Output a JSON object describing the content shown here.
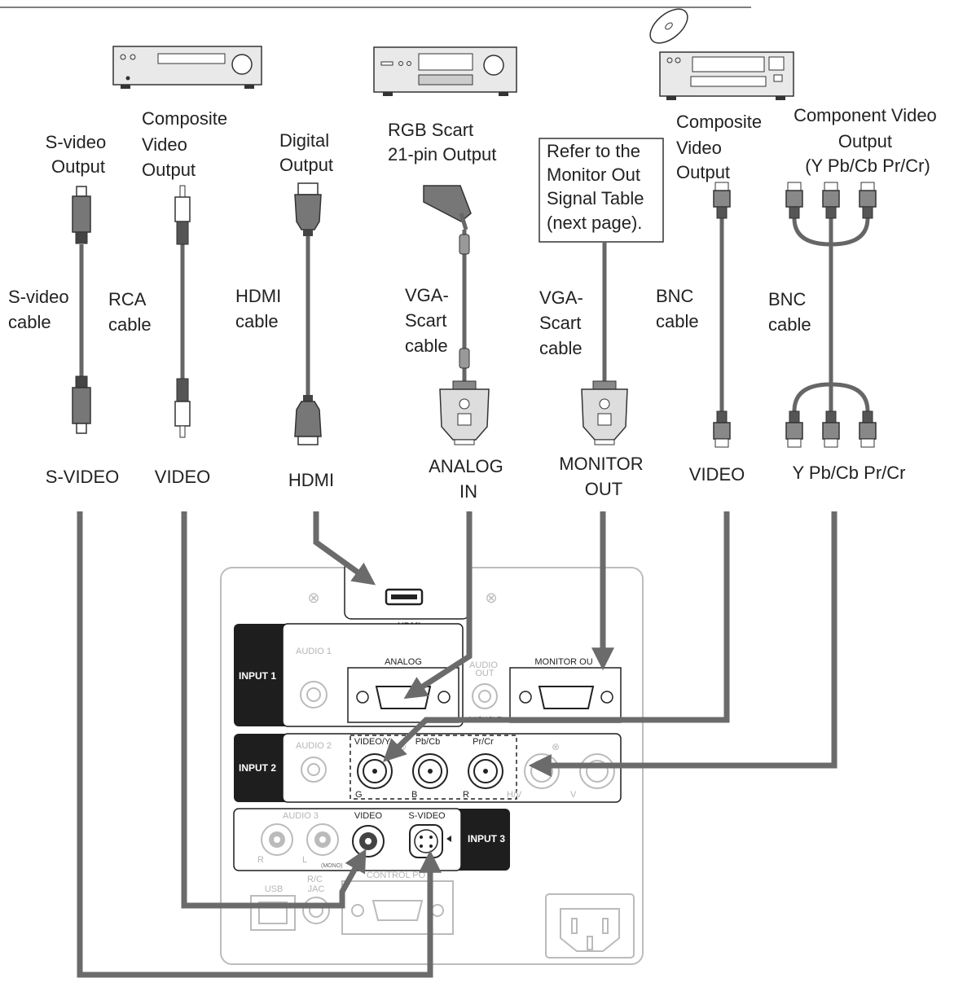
{
  "sources": {
    "svideo_output": [
      "S-video",
      "Output"
    ],
    "composite_output_left": [
      "Composite",
      "Video",
      "Output"
    ],
    "digital_output": [
      "Digital",
      "Output"
    ],
    "rgb_scart_output": [
      "RGB Scart",
      "21-pin Output"
    ],
    "monitor_note": [
      "Refer to the",
      "Monitor Out",
      "Signal Table",
      "(next page)."
    ],
    "composite_output_right": [
      "Composite",
      "Video",
      "Output"
    ],
    "component_output": [
      "Component Video",
      "Output",
      "(Y  Pb/Cb  Pr/Cr)"
    ]
  },
  "cables": {
    "svideo": [
      "S-video",
      "cable"
    ],
    "rca": [
      "RCA",
      "cable"
    ],
    "hdmi": [
      "HDMI",
      "cable"
    ],
    "vga_scart_1": [
      "VGA-",
      "Scart",
      "cable"
    ],
    "vga_scart_2": [
      "VGA-",
      "Scart",
      "cable"
    ],
    "bnc_1": [
      "BNC",
      "cable"
    ],
    "bnc_2": [
      "BNC",
      "cable"
    ]
  },
  "terminals": {
    "svideo": "S-VIDEO",
    "video_left": "VIDEO",
    "hdmi": "HDMI",
    "analog_in": [
      "ANALOG",
      "IN"
    ],
    "monitor_out": [
      "MONITOR",
      "OUT"
    ],
    "video_right": "VIDEO",
    "component": "Y  Pb/Cb  Pr/Cr"
  },
  "panel": {
    "hdmi": "HDMI",
    "input1": "INPUT 1",
    "audio1": "AUDIO 1",
    "analog": "ANALOG",
    "audio_out": [
      "AUDIO",
      "OUT"
    ],
    "variable": "(VARIABLE)",
    "monitor_out": "MONITOR OU",
    "input2": "INPUT 2",
    "audio2": "AUDIO 2",
    "video_y": "VIDEO/Y",
    "pb_cb": "Pb/Cb",
    "pr_cr": "Pr/Cr",
    "g": "G",
    "b": "B",
    "r": "R",
    "hv": "H/V",
    "v": "V",
    "audio3": "AUDIO 3",
    "video": "VIDEO",
    "svideo": "S-VIDEO",
    "input3": "INPUT 3",
    "r_small": "R",
    "l_small": "L",
    "mono": "(MONO)",
    "usb": "USB",
    "rc_jack": [
      "R/C",
      "JAC"
    ],
    "control_port": "CONTROL PO"
  }
}
